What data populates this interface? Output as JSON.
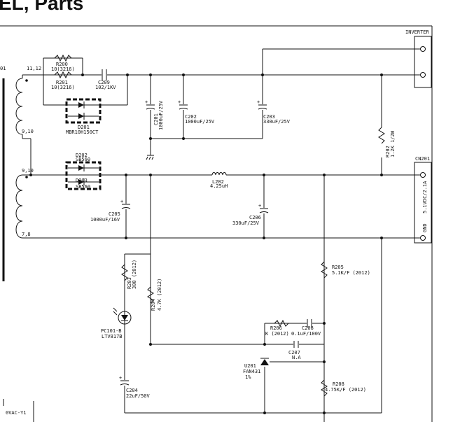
{
  "title": "EL, Parts",
  "transformer": {
    "ref": "01",
    "pins": {
      "top": "11,12",
      "mid_a": "9,10",
      "mid_b": "9,10",
      "bottom": "7,8"
    }
  },
  "connectors": {
    "inverter": {
      "label": "INVERTER"
    },
    "cn201": {
      "label": "CN201",
      "pin1": "5.1VDC/2.1A",
      "pin2": "GND"
    }
  },
  "parts": {
    "r200": {
      "ref": "R200",
      "value": "10(3216)"
    },
    "r201": {
      "ref": "R201",
      "value": "10(3216)"
    },
    "c209": {
      "ref": "C209",
      "value": "102/1KV"
    },
    "d201": {
      "ref": "D201",
      "value": "MBR10H150CT"
    },
    "c201": {
      "ref": "C201",
      "value": "1000uF/25V"
    },
    "c202": {
      "ref": "C202",
      "value": "1000uF/25V"
    },
    "c203": {
      "ref": "C203",
      "value": "330uF/25V"
    },
    "r202": {
      "ref": "R202",
      "value": "1.2K 1/2W"
    },
    "d202": {
      "ref": "D202",
      "value": "SB560"
    },
    "d203": {
      "ref": "D203",
      "value": "SB560"
    },
    "l202": {
      "ref": "L202",
      "value": "4.25uH"
    },
    "c205": {
      "ref": "C205",
      "value": "1000uF/16V"
    },
    "c206": {
      "ref": "C206",
      "value": "330uF/25V"
    },
    "r203": {
      "ref": "R203",
      "value": "300 (2012)"
    },
    "r204": {
      "ref": "R204",
      "value": "4.7K (2012)"
    },
    "r205": {
      "ref": "R205",
      "value": "5.1K/F (2012)"
    },
    "pc101": {
      "ref": "PC101-B",
      "value": "LTV817B"
    },
    "r206": {
      "ref": "R206",
      "value": "K (2012)"
    },
    "c208": {
      "ref": "C208",
      "value": "0.1uF/100V"
    },
    "c207": {
      "ref": "C207",
      "value": "N.A"
    },
    "u201": {
      "ref": "U201",
      "value": "FAN431",
      "tol": "1%"
    },
    "r208": {
      "ref": "R208",
      "value": "4.75K/F (2012)"
    },
    "c204": {
      "ref": "C204",
      "value": "22uF/50V"
    },
    "cy1": {
      "label": "0VAC-Y1"
    }
  }
}
